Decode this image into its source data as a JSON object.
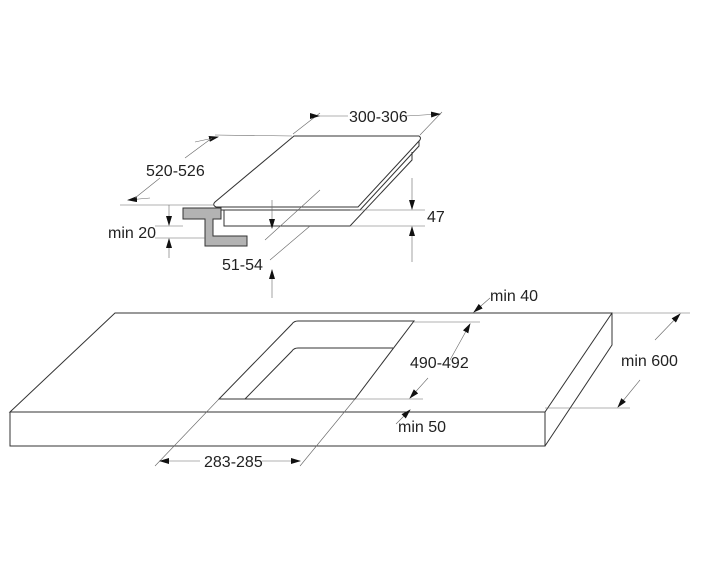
{
  "hob_dimensions": {
    "width": "300-306",
    "depth": "520-526",
    "height": "47",
    "clearance_below": "min 20",
    "embed_depth": "51-54"
  },
  "cutout_dimensions": {
    "back_margin": "min 40",
    "cutout_depth": "490-492",
    "worktop_depth": "min 600",
    "front_margin": "min 50",
    "cutout_width": "283-285"
  },
  "colors": {
    "line": "#333333",
    "bracket": "#b3b3b3"
  }
}
